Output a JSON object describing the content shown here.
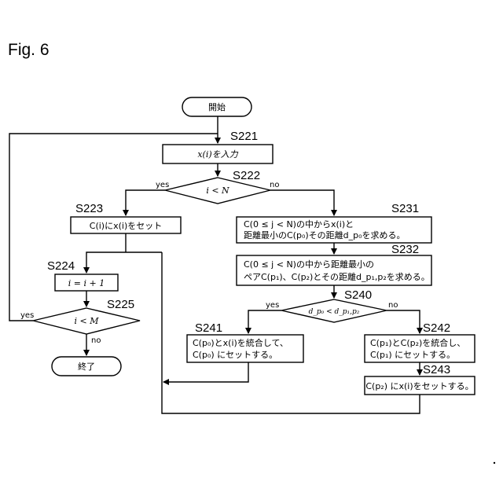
{
  "figure": {
    "title": "Fig. 6"
  },
  "start": "開始",
  "end": "終了",
  "steps": {
    "s221": {
      "label": "S221",
      "text": "x(i)を入力"
    },
    "s222": {
      "label": "S222",
      "text": "i < N",
      "yes": "yes",
      "no": "no"
    },
    "s223": {
      "label": "S223",
      "text": "C(i)にx(i)をセット"
    },
    "s224": {
      "label": "S224",
      "text": "i = i + 1"
    },
    "s225": {
      "label": "S225",
      "text": "i < M",
      "yes": "yes",
      "no": "no"
    },
    "s231": {
      "label": "S231",
      "line1": "C(0 ≤ j < N)の中からx(i)と",
      "line2": "距離最小のC(p₀)その距離d_p₀を求める。"
    },
    "s232": {
      "label": "S232",
      "line1": "C(0 ≤ j < N)の中から距離最小の",
      "line2": "ペアC(p₁)、C(p₂)とその距離d_p₁,p₂を求める。"
    },
    "s240": {
      "label": "S240",
      "text": "d_p₀ < d_p₁,p₂",
      "yes": "yes",
      "no": "no"
    },
    "s241": {
      "label": "S241",
      "line1": "C(p₀)とx(i)を統合して、",
      "line2": "C(p₀) にセットする。"
    },
    "s242": {
      "label": "S242",
      "line1": "C(p₁)とC(p₂)を統合し、",
      "line2": "C(p₁) にセットする。"
    },
    "s243": {
      "label": "S243",
      "text": "C(p₂) にx(i)をセットする。"
    }
  }
}
